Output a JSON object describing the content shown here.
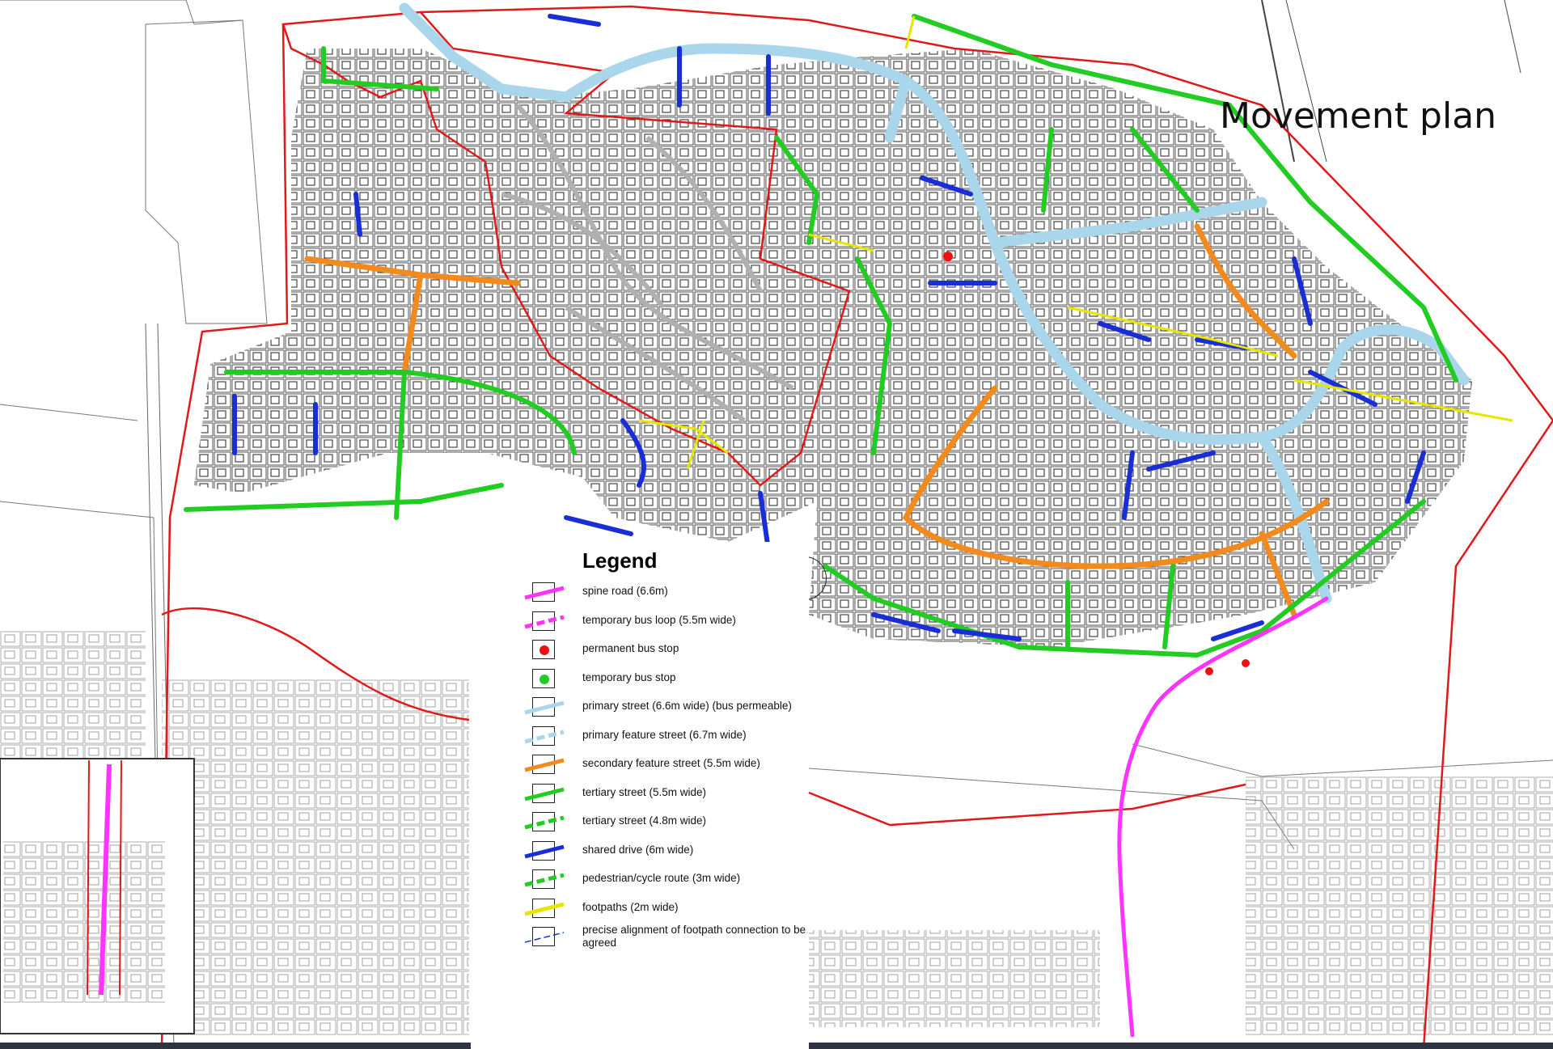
{
  "title": "Movement plan",
  "legend": {
    "heading": "Legend",
    "items": [
      {
        "label": "spine road (6.6m)",
        "style": "solid",
        "color": "#ff33ff"
      },
      {
        "label": "temporary bus loop (5.5m wide)",
        "style": "dashed",
        "color": "#ff33ff"
      },
      {
        "label": "permanent bus stop",
        "style": "dot",
        "color": "#ee1111"
      },
      {
        "label": "temporary bus stop",
        "style": "dot",
        "color": "#22cc22"
      },
      {
        "label": "primary street (6.6m wide) (bus permeable)",
        "style": "solid",
        "color": "#a9d6ea"
      },
      {
        "label": "primary feature street (6.7m wide)",
        "style": "dashed",
        "color": "#a9d6ea"
      },
      {
        "label": "secondary feature street (5.5m wide)",
        "style": "solid",
        "color": "#f28a1e"
      },
      {
        "label": "tertiary street (5.5m wide)",
        "style": "solid",
        "color": "#22cc22"
      },
      {
        "label": "tertiary street (4.8m wide)",
        "style": "dashed",
        "color": "#22cc22"
      },
      {
        "label": "shared drive (6m wide)",
        "style": "solid",
        "color": "#1a2ed6"
      },
      {
        "label": "pedestrian/cycle route (3m wide)",
        "style": "dashed",
        "color": "#22cc22"
      },
      {
        "label": "footpaths (2m wide)",
        "style": "solid",
        "color": "#e6e600"
      },
      {
        "label": "precise alignment of footpath connection to be agreed",
        "style": "dashed-thin",
        "color": "#1a2ed6"
      }
    ]
  },
  "colors": {
    "site_boundary": "#e01a1a",
    "spine_road": "#ff33ff",
    "primary_street": "#a9d6ea",
    "secondary_street": "#f28a1e",
    "tertiary_street": "#22cc22",
    "shared_drive": "#1a2ed6",
    "footpath": "#e6e600",
    "linework": "#555555"
  }
}
